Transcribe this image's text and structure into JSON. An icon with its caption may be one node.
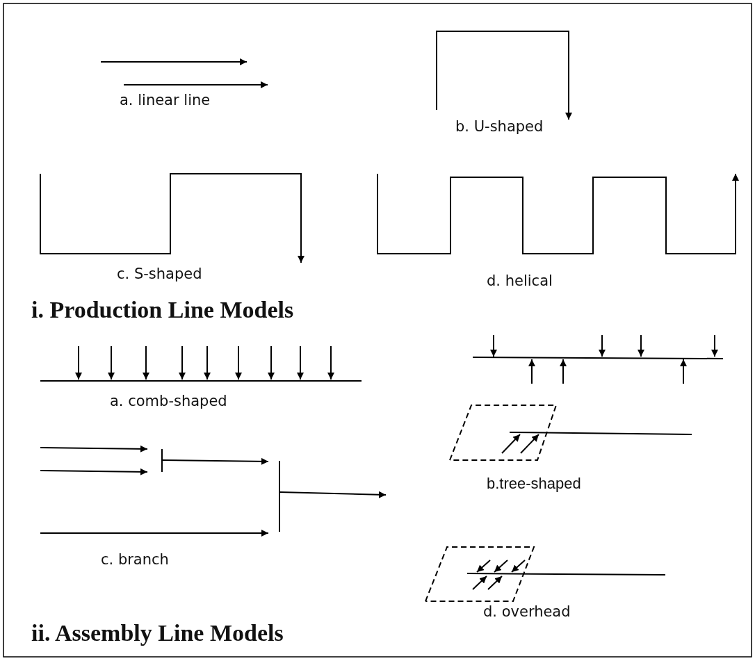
{
  "diagram": {
    "labels": [
      "a. linear line",
      "b. U-shaped",
      "c. S-shaped",
      "d. helical",
      "i. Production Line Models",
      "a. comb-shaped",
      "b.tree-shaped",
      "c. branch",
      "d. overhead",
      "ii. Assembly Line Models"
    ]
  }
}
